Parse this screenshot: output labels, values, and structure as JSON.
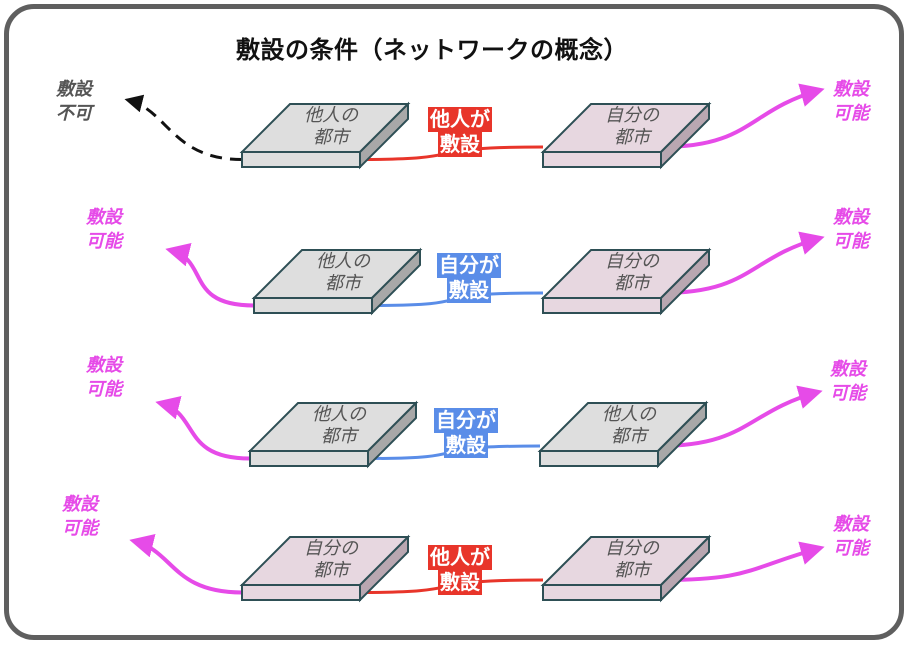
{
  "title": "敷設の条件（ネットワークの概念）",
  "colors": {
    "frame": "#5f5f5f",
    "other_city_top": "#dedede",
    "other_city_side": "#a8a8a8",
    "own_city_top": "#e7d7e0",
    "own_city_side": "#b9a7b1",
    "city_outline": "#2e4f55",
    "other_built": "#e8352a",
    "self_built": "#5a8de8",
    "possible": "#e64be8",
    "impossible": "#111111"
  },
  "rows": [
    {
      "left_city": {
        "owner": "other",
        "label": "他人の\n都市"
      },
      "right_city": {
        "owner": "self",
        "label": "自分の\n都市"
      },
      "link": {
        "builder": "other",
        "label_line1": "他人が",
        "label_line2": "敷設"
      },
      "left_outcome": {
        "status": "impossible",
        "label": "敷設\n不可"
      },
      "right_outcome": {
        "status": "possible",
        "label": "敷設\n可能"
      }
    },
    {
      "left_city": {
        "owner": "other",
        "label": "他人の\n都市"
      },
      "right_city": {
        "owner": "self",
        "label": "自分の\n都市"
      },
      "link": {
        "builder": "self",
        "label_line1": "自分が",
        "label_line2": "敷設"
      },
      "left_outcome": {
        "status": "possible",
        "label": "敷設\n可能"
      },
      "right_outcome": {
        "status": "possible",
        "label": "敷設\n可能"
      }
    },
    {
      "left_city": {
        "owner": "other",
        "label": "他人の\n都市"
      },
      "right_city": {
        "owner": "other",
        "label": "他人の\n都市"
      },
      "link": {
        "builder": "self",
        "label_line1": "自分が",
        "label_line2": "敷設"
      },
      "left_outcome": {
        "status": "possible",
        "label": "敷設\n可能"
      },
      "right_outcome": {
        "status": "possible",
        "label": "敷設\n可能"
      }
    },
    {
      "left_city": {
        "owner": "self",
        "label": "自分の\n都市"
      },
      "right_city": {
        "owner": "self",
        "label": "自分の\n都市"
      },
      "link": {
        "builder": "other",
        "label_line1": "他人が",
        "label_line2": "敷設"
      },
      "left_outcome": {
        "status": "possible",
        "label": "敷設\n可能"
      },
      "right_outcome": {
        "status": "possible",
        "label": "敷設\n可能"
      }
    }
  ]
}
